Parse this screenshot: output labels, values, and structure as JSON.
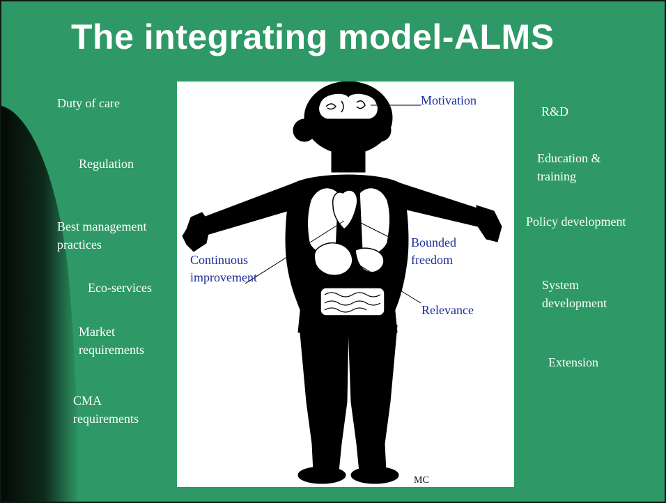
{
  "title": "The integrating model-ALMS",
  "left_items": [
    {
      "lines": [
        "Duty of care"
      ]
    },
    {
      "lines": [
        "Regulation"
      ]
    },
    {
      "lines": [
        "Best management",
        "practices"
      ]
    },
    {
      "lines": [
        "Eco-services"
      ]
    },
    {
      "lines": [
        "Market",
        "requirements"
      ]
    },
    {
      "lines": [
        "CMA",
        "requirements"
      ]
    }
  ],
  "right_items": [
    {
      "lines": [
        "R&D"
      ]
    },
    {
      "lines": [
        "Education &",
        "training"
      ]
    },
    {
      "lines": [
        "Policy development"
      ]
    },
    {
      "lines": [
        "System",
        "development"
      ]
    },
    {
      "lines": [
        "Extension"
      ]
    }
  ],
  "figure_labels": {
    "motivation": "Motivation",
    "bounded_freedom": [
      "Bounded",
      "freedom"
    ],
    "continuous_improvement": [
      "Continuous",
      "improvement"
    ],
    "relevance": "Relevance"
  },
  "colors": {
    "background": "#2e9966",
    "label_blue": "#1a2e9c",
    "text": "#ffffff"
  }
}
